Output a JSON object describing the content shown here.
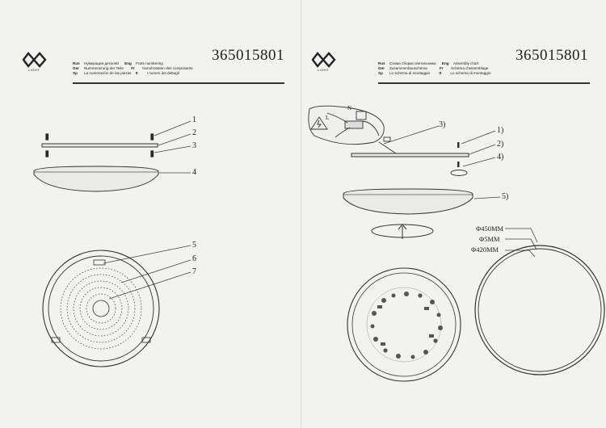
{
  "brand": {
    "logo_text": "LIGHT",
    "icon": "mw-logo-icon"
  },
  "left": {
    "model": "365015801",
    "languages": [
      {
        "code": "Rus",
        "text": "Нумерация деталей"
      },
      {
        "code": "Eng",
        "text": "Parts numbering"
      },
      {
        "code": "Ger",
        "text": "Nummerierung der Teile"
      },
      {
        "code": "Fr",
        "text": "Numérotation des composants"
      },
      {
        "code": "Sp",
        "text": "La numeración de las piezas"
      },
      {
        "code": "It",
        "text": "I numeri dei dettagli"
      }
    ],
    "callouts": [
      "1",
      "2",
      "3",
      "4",
      "5",
      "6",
      "7"
    ]
  },
  "right": {
    "model": "365015801",
    "languages": [
      {
        "code": "Rus",
        "text": "Схема сборки светильника"
      },
      {
        "code": "Eng",
        "text": "Assembly chart"
      },
      {
        "code": "Ger",
        "text": "Zusammenbauschema"
      },
      {
        "code": "Fr",
        "text": "Schéma d'assemblage"
      },
      {
        "code": "Sp",
        "text": "Lo schema di montaggio"
      },
      {
        "code": "It",
        "text": "Lo schema di montaggio"
      }
    ],
    "callouts": [
      "1)",
      "2)",
      "3)",
      "4)",
      "5)"
    ],
    "wiring_labels": {
      "n": "N",
      "l": "L"
    },
    "dimensions": [
      "Φ450MM",
      "Φ5MM",
      "Φ420MM"
    ]
  }
}
